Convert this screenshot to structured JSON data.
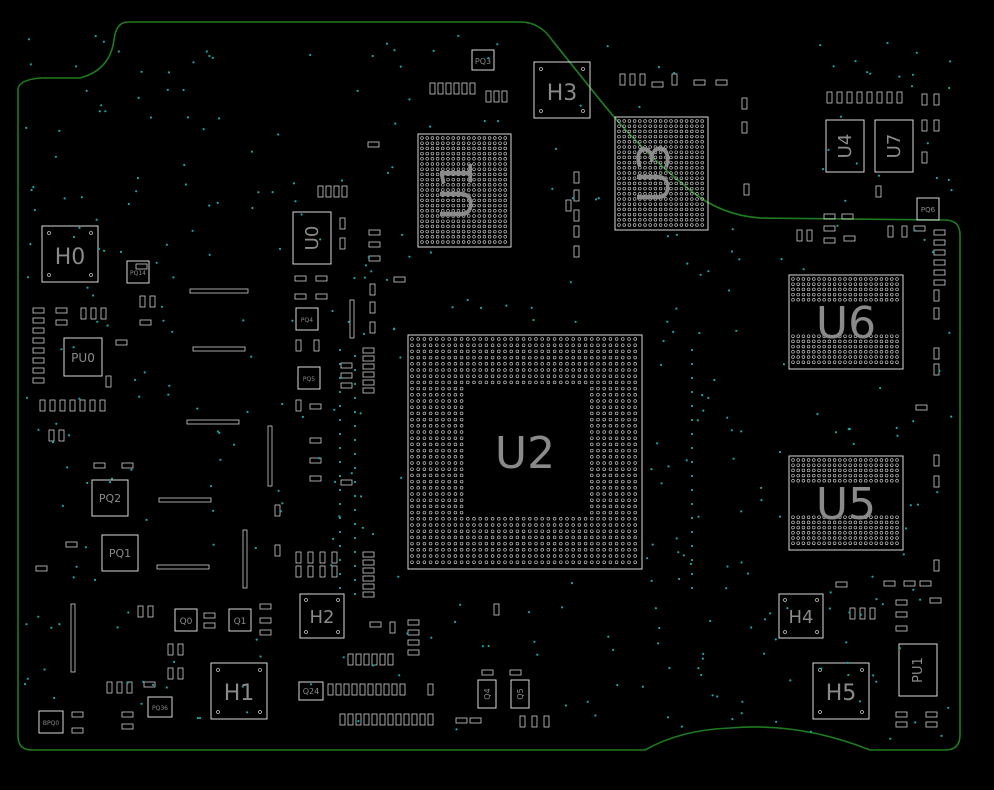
{
  "title": "",
  "colors": {
    "background": "#000000",
    "board_outline": "#1e7a1e",
    "component": "#d9d9d9",
    "via": "#1aa6a6",
    "label": "#8a8a8a"
  },
  "labels": {
    "H0": "H0",
    "H1": "H1",
    "H2": "H2",
    "H3": "H3",
    "H4": "H4",
    "H5": "H5",
    "U0": "U0",
    "U1": "U1",
    "U2": "U2",
    "U3": "U3",
    "U4": "U4",
    "U5": "U5",
    "U6": "U6",
    "U7": "U7",
    "PU0": "PU0",
    "PU1": "PU1",
    "PQ1": "PQ1",
    "PQ2": "PQ2",
    "PQ3": "PQ3",
    "PQ4": "PQ4",
    "PQ5": "PQ5",
    "PQ6": "PQ6",
    "PQ14": "PQ14",
    "PQ36": "PQ36",
    "BPQ0": "BPQ0",
    "Q0": "Q0",
    "Q1": "Q1",
    "Q24": "Q24",
    "Q4": "Q4",
    "Q5": "Q5"
  }
}
